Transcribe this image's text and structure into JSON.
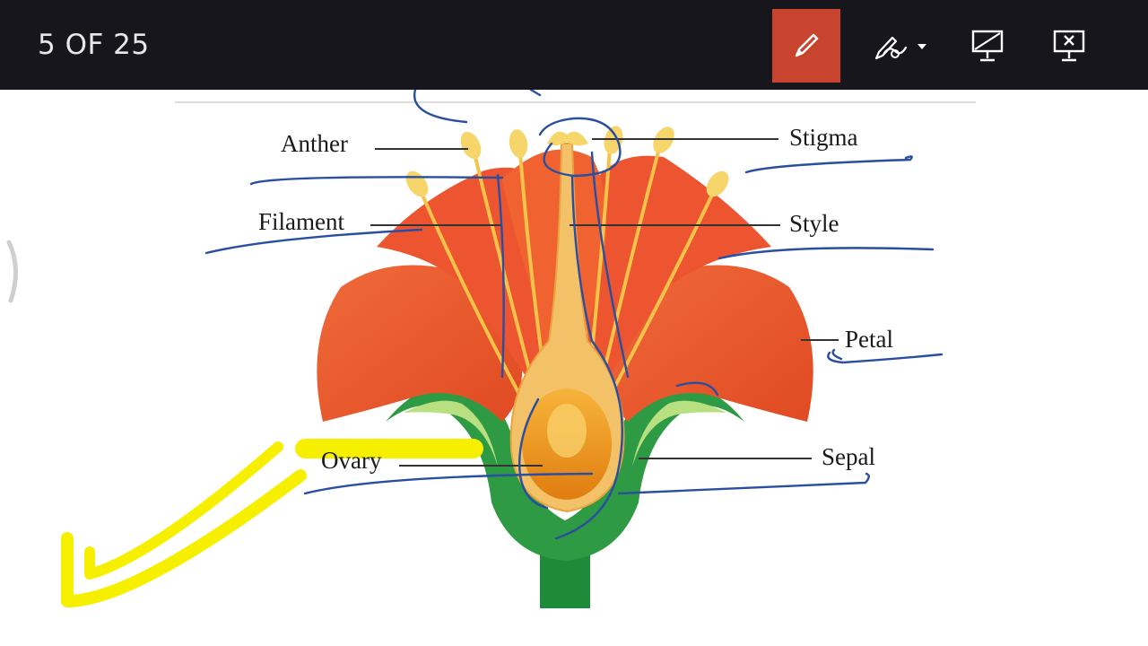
{
  "toolbar": {
    "slide_counter": "5 OF 25",
    "pen_tool": "pen-icon",
    "ink_options": "ink-options-icon",
    "presenter_screen": "presenter-view-icon",
    "end_show": "end-slideshow-icon",
    "active_color": "#c8442f"
  },
  "slide": {
    "labels": {
      "anther": "Anther",
      "filament": "Filament",
      "stigma": "Stigma",
      "style": "Style",
      "petal": "Petal",
      "ovary": "Ovary",
      "sepal": "Sepal"
    }
  }
}
